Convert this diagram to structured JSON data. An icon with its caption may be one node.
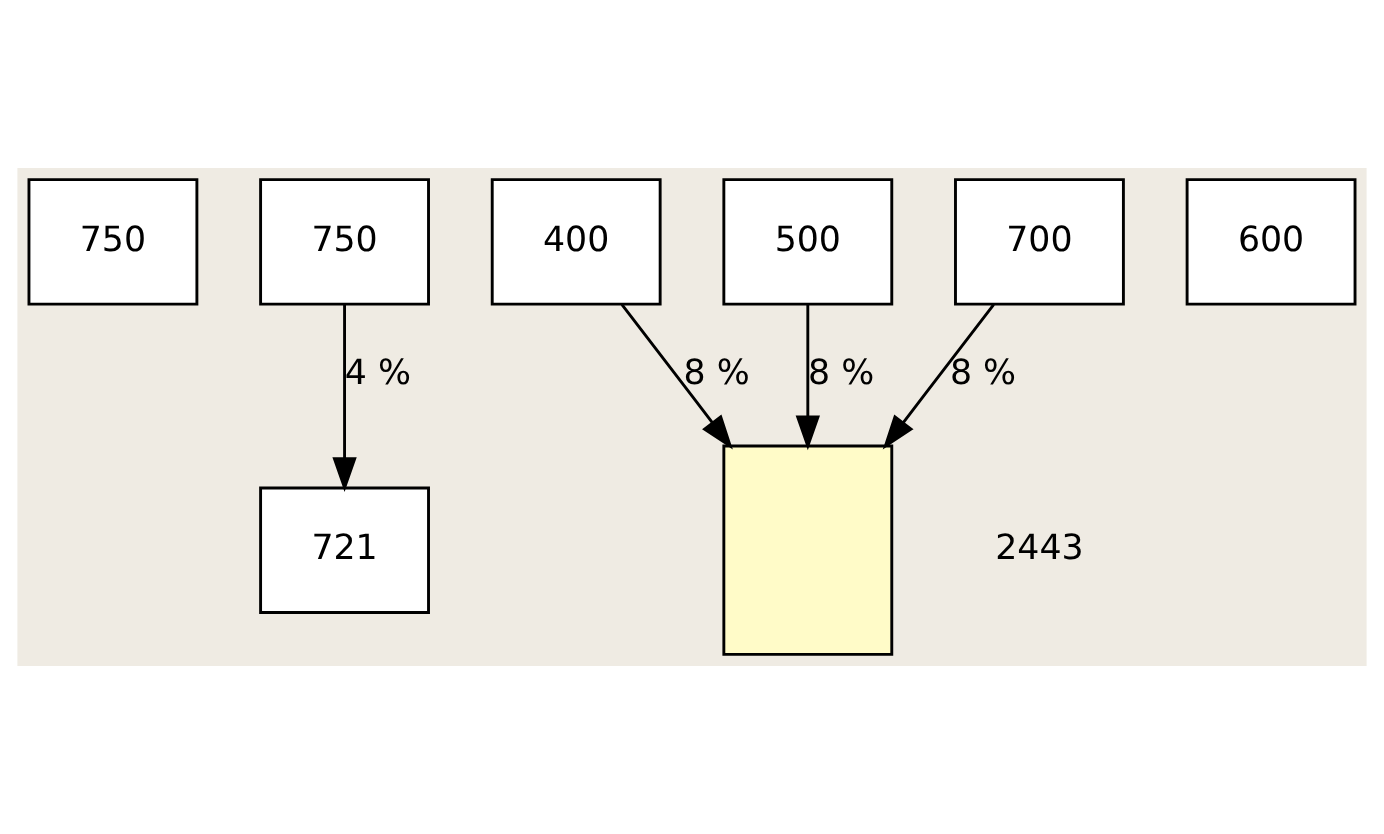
{
  "diagram": {
    "nodes": [
      {
        "text": [
          "750"
        ]
      },
      {
        "text": [
          "721"
        ]
      },
      {
        "text": [
          "750"
        ]
      },
      {
        "text": [
          "400"
        ]
      },
      {
        "text": [
          "500"
        ]
      },
      {
        "text": [
          "700"
        ]
      },
      {
        "text": [],
        "shape": "box"
      },
      {
        "text": [
          "600"
        ]
      }
    ],
    "edges": [
      {
        "from": 3,
        "to": 6,
        "arrow": "to",
        "label": "8 %"
      },
      {
        "from": 4,
        "to": 6,
        "arrow": "to",
        "label": "8 %"
      },
      {
        "from": 5,
        "to": 6,
        "arrow": "to",
        "label": "8 %"
      },
      {
        "from": 2,
        "to": 1,
        "arrow": "to",
        "label": "4 %"
      }
    ],
    "labels": [
      "2443"
    ]
  }
}
